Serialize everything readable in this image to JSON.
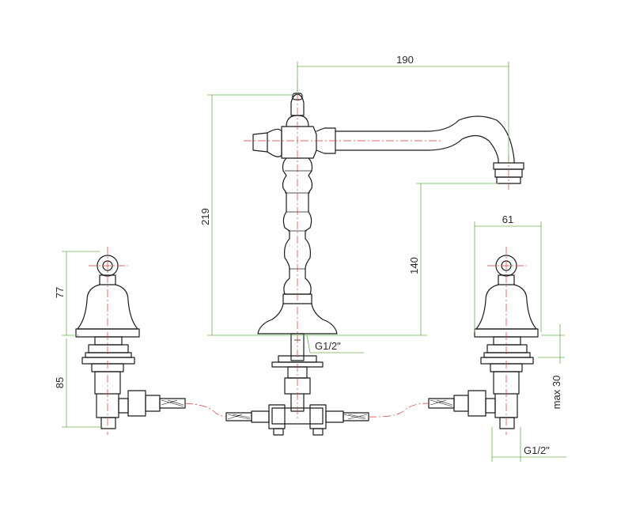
{
  "dimensions": {
    "spout_reach": "190",
    "overall_height": "219",
    "spout_height": "140",
    "handle_width": "61",
    "handle_height": "77",
    "valve_height": "85",
    "deck_thickness": "max 30",
    "center_thread": "G1/2\"",
    "valve_thread": "G1/2\""
  },
  "colors": {
    "outline": "#1a1a1a",
    "dimension_lines": "#6ab04c",
    "center_lines": "#dd3333"
  }
}
